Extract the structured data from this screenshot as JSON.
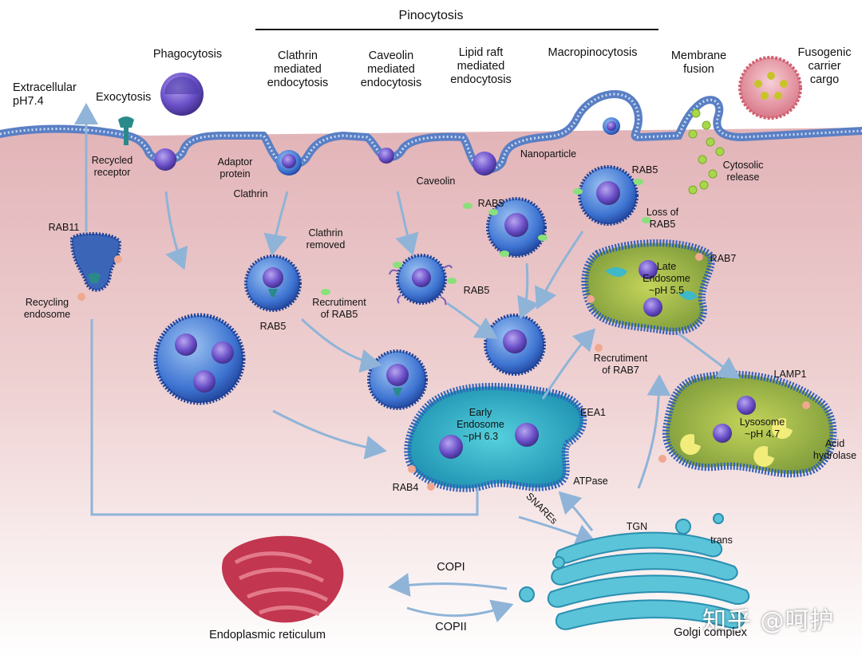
{
  "labels": {
    "pinocytosis": "Pinocytosis",
    "phagocytosis": "Phagocytosis",
    "clathrin_endo": "Clathrin\nmediated\nendocytosis",
    "caveolin_endo": "Caveolin\nmediated\nendocytosis",
    "lipid_raft": "Lipid raft\nmediated\nendocytosis",
    "macropinocytosis": "Macropinocytosis",
    "membrane_fusion": "Membrane\nfusion",
    "fusogenic": "Fusogenic\ncarrier\ncargo",
    "extracellular": "Extracellular\npH7.4",
    "exocytosis": "Exocytosis",
    "recycled_receptor": "Recycled\nreceptor",
    "adaptor_protein": "Adaptor\nprotein",
    "clathrin": "Clathrin",
    "caveolin": "Caveolin",
    "nanoparticle": "Nanoparticle",
    "cytosolic_release": "Cytosolic\nrelease",
    "rab5_lipid": "RAB5",
    "rab5_macro": "RAB5",
    "loss_rab5": "Loss of\nRAB5",
    "rab7": "RAB7",
    "late_endosome": "Late\nEndosome\n~pH 5.5",
    "rab11": "RAB11",
    "recycling_endosome": "Recycling\nendosome",
    "clathrin_removed": "Clathrin\nremoved",
    "recruitment_rab5": "Recrutiment\nof RAB5",
    "rab5_clathrin": "RAB5",
    "rab5_caveolin": "RAB5",
    "recruitment_rab7": "Recrutiment\nof RAB7",
    "lamp1": "LAMP1",
    "lysosome": "Lysosome\n~pH 4.7",
    "acid_hydrolase": "Acid\nhydrolase",
    "early_endosome": "Early\nEndosome\n~pH 6.3",
    "eea1": "EEA1",
    "atpase": "ATPase",
    "rab4": "RAB4",
    "snares": "SNAREs",
    "tgn": "TGN",
    "trans": "trans",
    "copi": "COPI",
    "copii": "COPII",
    "er": "Endoplasmic reticulum",
    "golgi": "Golgi complex",
    "watermark": "知乎 @呵护"
  },
  "colors": {
    "cytoplasm": "#e8c2c4",
    "membrane": "#5a7fc4",
    "vesicle_blue": "#2f63c8",
    "cargo_purple": "#6a4fc8",
    "early_endosome_fill": "#2bb4c8",
    "late_endosome_fill": "#9fb84a",
    "er_red": "#c2364f",
    "golgi_cyan": "#5cc4d8",
    "arrow": "#8fb4d8"
  }
}
